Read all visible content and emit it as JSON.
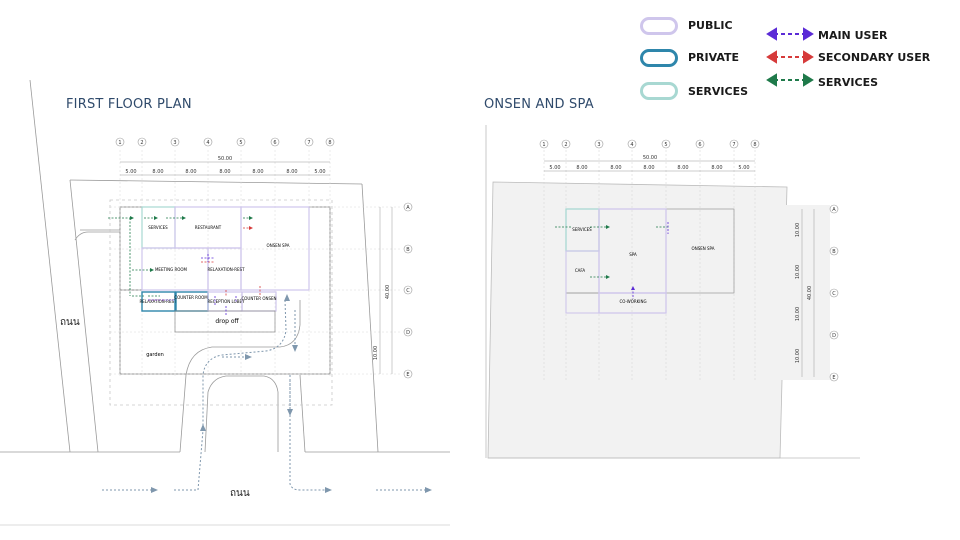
{
  "legend": {
    "zones": [
      {
        "label": "PUBLIC",
        "color": "#cfc6ec"
      },
      {
        "label": "PRIVATE",
        "color": "#2e86ab"
      },
      {
        "label": "SERVICES",
        "color": "#a8d8d2"
      }
    ],
    "flows": [
      {
        "label": "MAIN USER",
        "color": "#5b2bd6"
      },
      {
        "label": "SECONDARY USER",
        "color": "#d63b3b"
      },
      {
        "label": "SERVICES",
        "color": "#1f7a4a"
      }
    ]
  },
  "plans": {
    "first": {
      "title": "FIRST FLOOR PLAN",
      "grid_columns": [
        "1",
        "2",
        "3",
        "4",
        "5",
        "6",
        "7",
        "8"
      ],
      "grid_rows": [
        "A",
        "B",
        "C",
        "D",
        "E"
      ],
      "overall_width": "50.00",
      "spans": [
        "5.00",
        "8.00",
        "8.00",
        "8.00",
        "8.00",
        "8.00",
        "5.00"
      ],
      "overall_depth": "40.00",
      "depth_span": "10.00",
      "rooms": {
        "services": "SERVICES",
        "restaurant": "RESTAURANT",
        "onsen_spa": "ONSEN SPA",
        "meeting_room": "MEETING ROOM",
        "relaxation_rest": "RELAXATION-REST",
        "relaxation_rest_2": "RELAXATION-REST",
        "counter_room": "COUNTER ROOM",
        "reception_lobby": "RECEPTION LOBBY",
        "counter_onsen": "COUNTER ONSEN",
        "drop_off": "drop off",
        "garden": "garden"
      },
      "road_left": "ถนน",
      "road_bottom": "ถนน"
    },
    "onsen": {
      "title": "ONSEN AND SPA",
      "grid_columns": [
        "1",
        "2",
        "3",
        "4",
        "5",
        "6",
        "7",
        "8"
      ],
      "grid_rows": [
        "A",
        "B",
        "C",
        "D",
        "E"
      ],
      "overall_width": "50.00",
      "spans": [
        "5.00",
        "8.00",
        "8.00",
        "8.00",
        "8.00",
        "8.00",
        "5.00"
      ],
      "overall_depth": "40.00",
      "depth_spans": [
        "10.00",
        "10.00",
        "10.00",
        "10.00"
      ],
      "rooms": {
        "services": "SERVICES",
        "spa": "SPA",
        "onsen_spa": "ONSEN SPA",
        "cafe": "CAFA",
        "co_working": "CO-WORKING"
      }
    }
  }
}
